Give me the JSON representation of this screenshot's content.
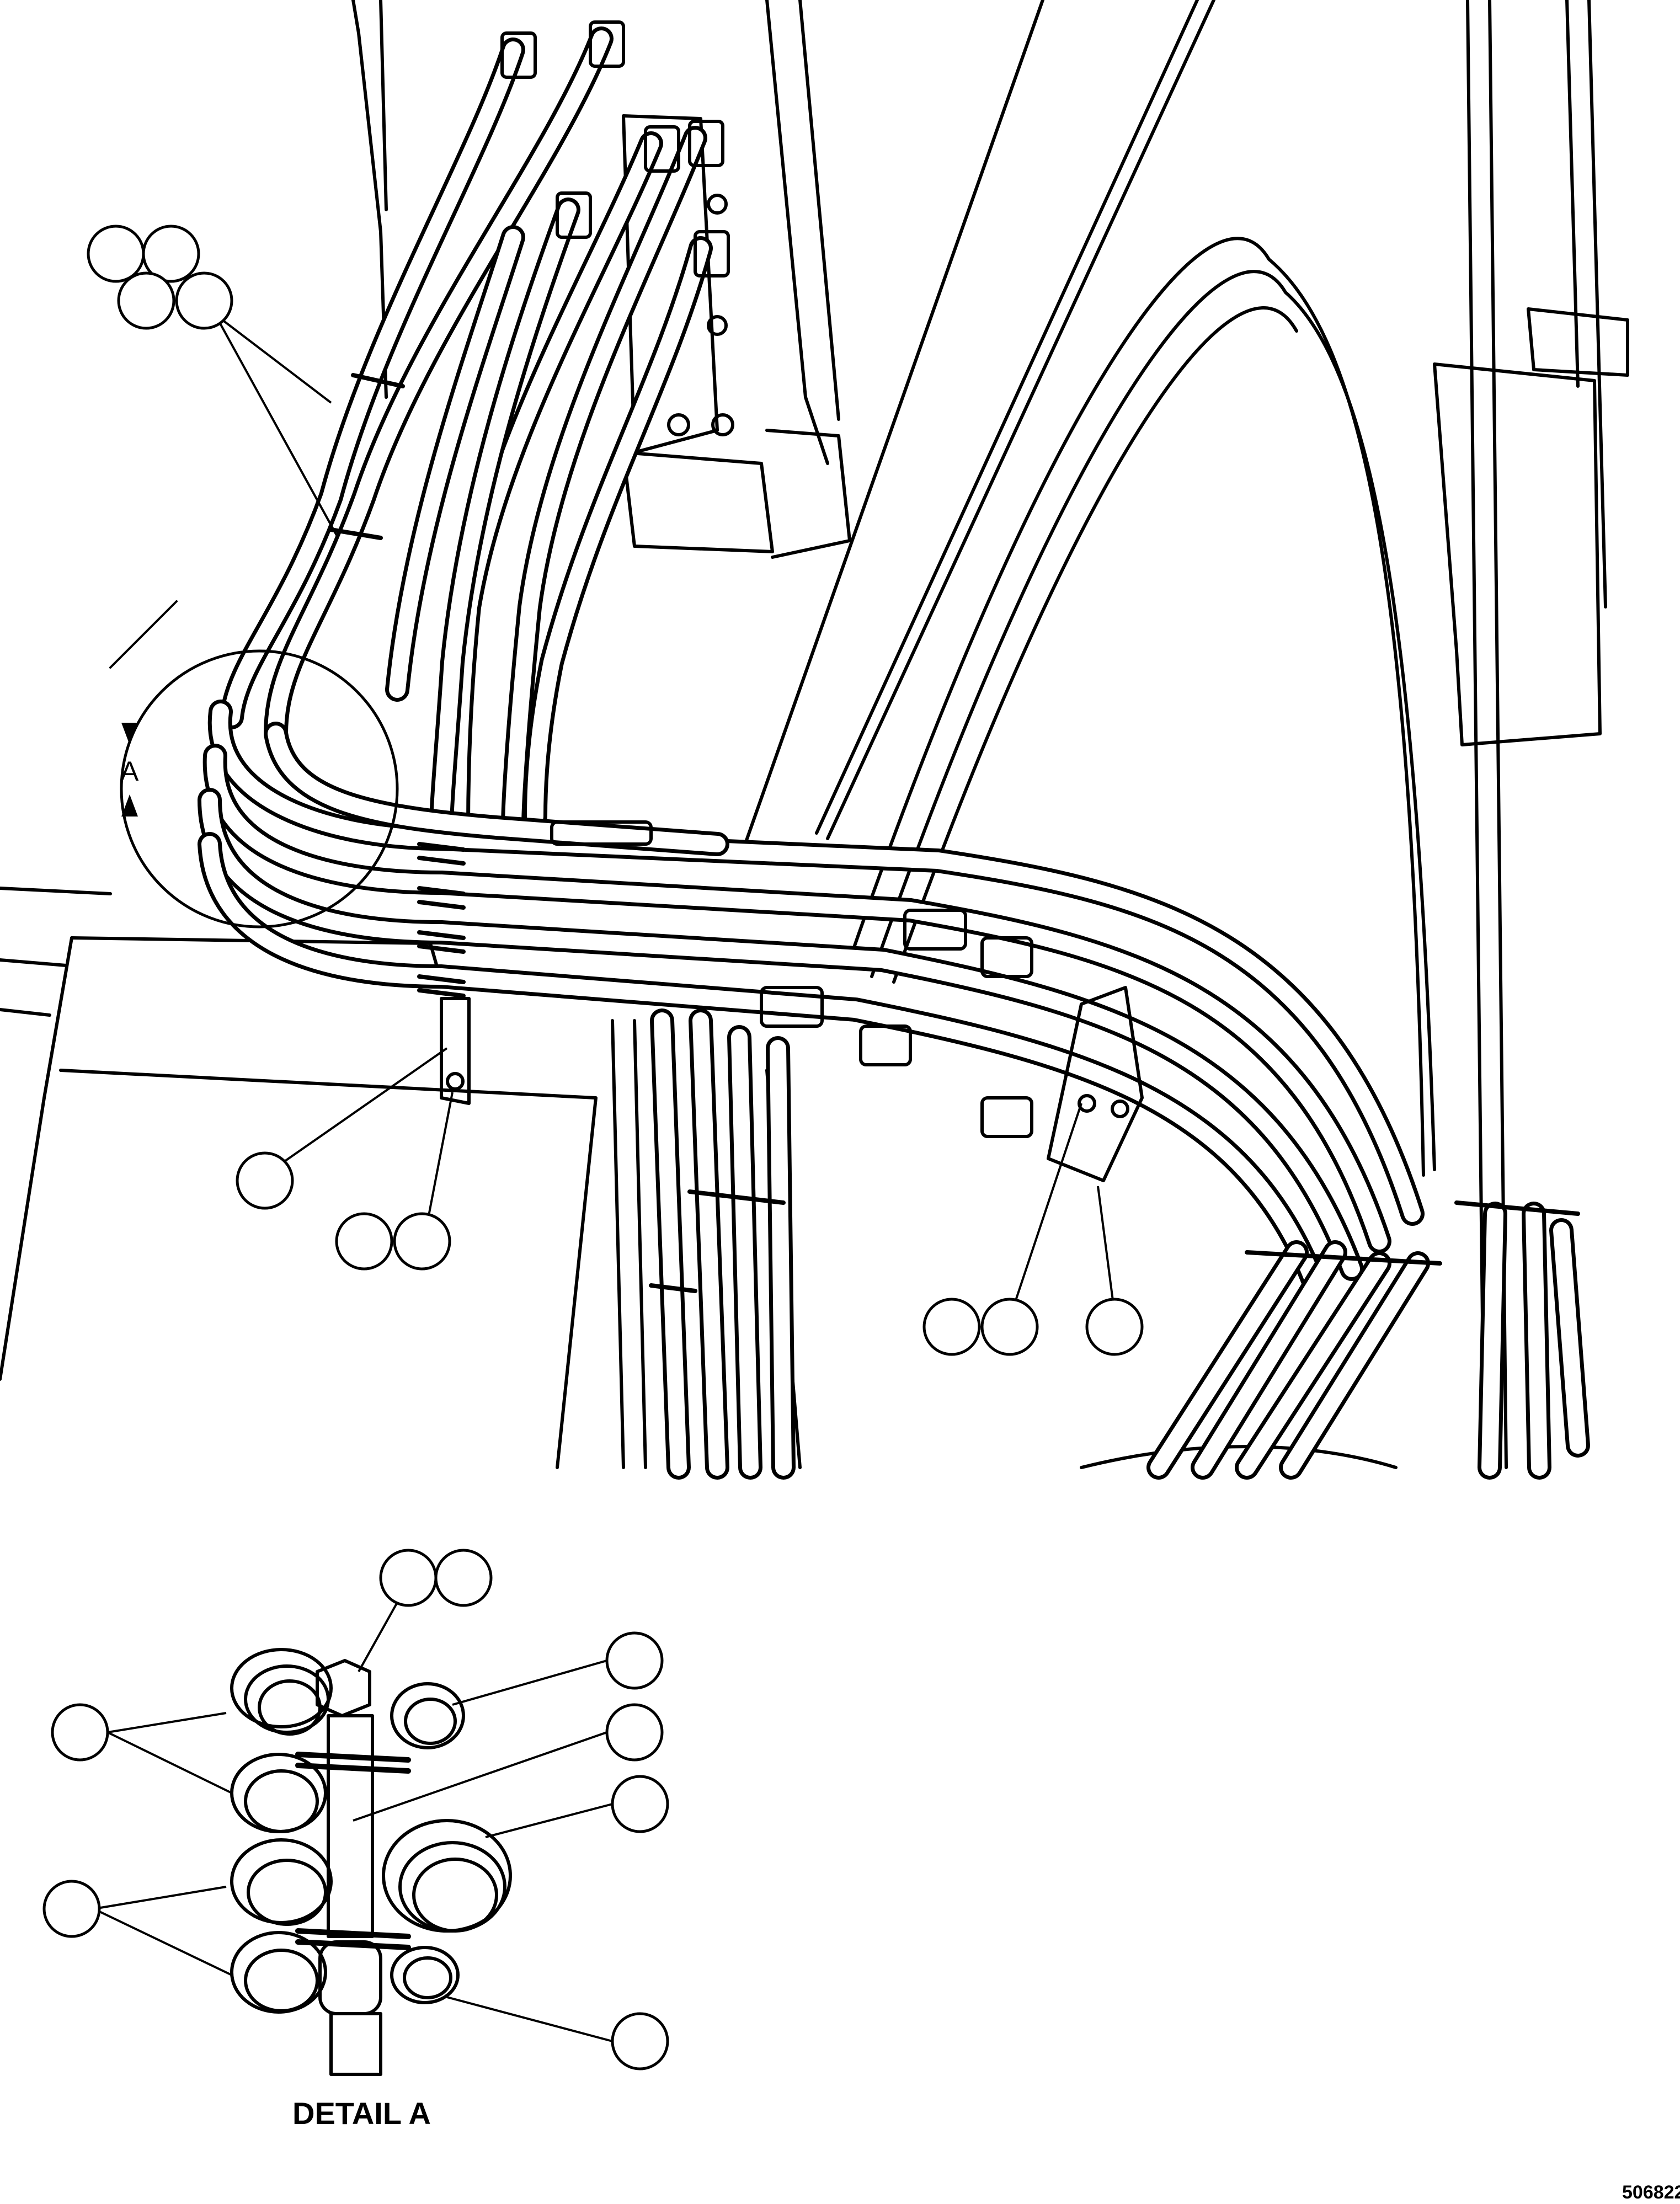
{
  "drawing": {
    "number": "506822",
    "view_marker": "A",
    "detail_title": "DETAIL A"
  },
  "colors": {
    "ink": "#000000",
    "paper": "#ffffff"
  }
}
